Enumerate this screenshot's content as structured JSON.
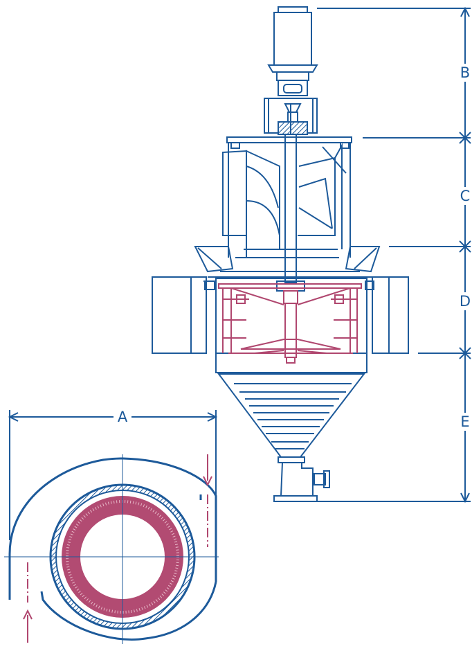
{
  "colors": {
    "blue": "#1d5a9a",
    "magenta": "#b0476f",
    "rotor_fill": "#b24b72"
  },
  "dimensions": {
    "A": "A",
    "B": "B",
    "C": "C",
    "D": "D",
    "E": "E"
  }
}
